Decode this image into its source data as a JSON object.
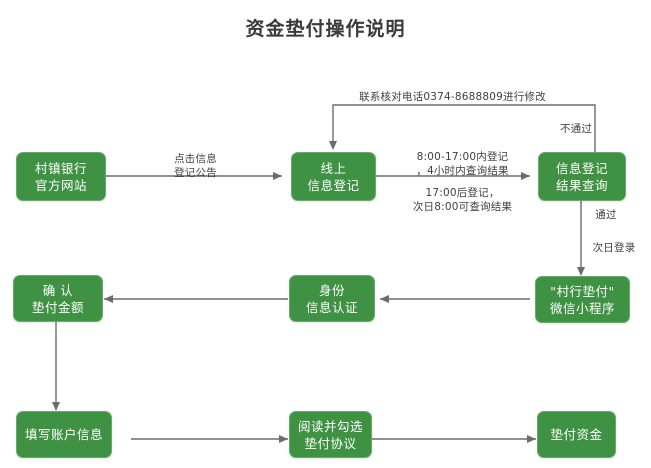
{
  "title": "资金垫付操作说明",
  "theme": {
    "node_fill": "#3f9243",
    "node_border": "#6aa96d",
    "node_text": "#ffffff",
    "edge_color": "#6b6b6b",
    "label_text": "#3f3f3f",
    "title_text": "#3a3a3a",
    "background": "#ffffff"
  },
  "nodes": [
    {
      "id": "bank_site",
      "label": "村镇银行\n官方网站"
    },
    {
      "id": "online_reg",
      "label": "线上\n信息登记"
    },
    {
      "id": "reg_query",
      "label": "信息登记\n结果查询"
    },
    {
      "id": "miniprogram",
      "label": "\"村行垫付\"\n微信小程序"
    },
    {
      "id": "identity_auth",
      "label": "身份\n信息认证"
    },
    {
      "id": "confirm_amount",
      "label": "确 认\n垫付金额"
    },
    {
      "id": "account_info",
      "label": "填写账户信息"
    },
    {
      "id": "read_agreement",
      "label": "阅读并勾选\n垫付协议"
    },
    {
      "id": "advance_funds",
      "label": "垫付资金"
    }
  ],
  "edge_labels": [
    {
      "id": "click_notice",
      "text": "点击信息\n登记公告"
    },
    {
      "id": "reg_timing",
      "text": "8:00-17:00内登记\n，4小时内查询结果"
    },
    {
      "id": "reg_timing_late",
      "text": "17:00后登记，\n次日8:00可查询结果"
    },
    {
      "id": "correction",
      "text": "联系核对电话0374-8688809进行修改"
    },
    {
      "id": "not_passed",
      "text": "不通过"
    },
    {
      "id": "passed",
      "text": "通过"
    },
    {
      "id": "next_day_login",
      "text": "次日登录"
    }
  ]
}
